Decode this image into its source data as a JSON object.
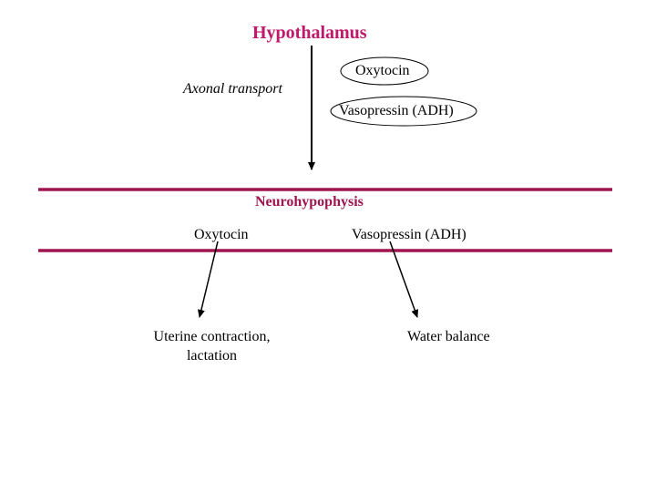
{
  "colors": {
    "accent": "#C0186A",
    "bar": "#A0144F",
    "ink": "#000000"
  },
  "top": {
    "title": "Hypothalamus",
    "transport_label": "Axonal transport",
    "hormone_1": "Oxytocin",
    "hormone_2": "Vasopressin (ADH)"
  },
  "middle": {
    "title": "Neurohypophysis",
    "hormone_1": "Oxytocin",
    "hormone_2": "Vasopressin (ADH)"
  },
  "bottom": {
    "effect_1_line1": "Uterine contraction,",
    "effect_1_line2": "lactation",
    "effect_2": "Water balance"
  }
}
